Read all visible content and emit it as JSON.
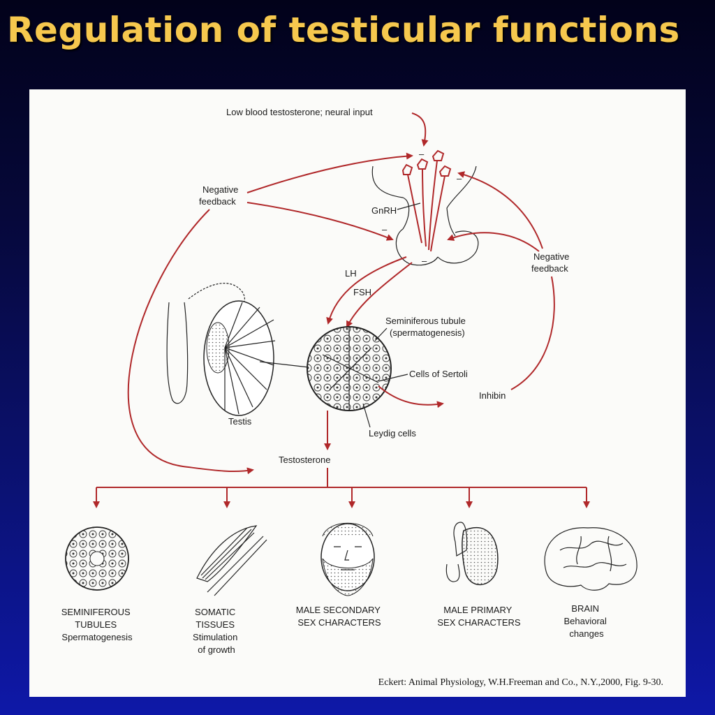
{
  "title": "Regulation of testicular functions",
  "diagram": {
    "input": "Low blood testosterone; neural input",
    "negative_feedback_left": [
      "Negative",
      "feedback"
    ],
    "negative_feedback_right": [
      "Negative",
      "feedback"
    ],
    "gnrh": "GnRH",
    "lh": "LH",
    "fsh": "FSH",
    "minus": "–",
    "seminiferous_tubule": [
      "Seminiferous tubule",
      "(spermatogenesis)"
    ],
    "sertoli": "Cells of Sertoli",
    "inhibin": "Inhibin",
    "leydig": "Leydig cells",
    "testis": "Testis",
    "testosterone": "Testosterone",
    "targets": [
      {
        "lines": [
          "SEMINIFEROUS",
          "TUBULES",
          "Spermatogenesis"
        ]
      },
      {
        "lines": [
          "SOMATIC",
          "TISSUES",
          "Stimulation",
          "of growth"
        ]
      },
      {
        "lines": [
          "MALE SECONDARY",
          "SEX CHARACTERS"
        ]
      },
      {
        "lines": [
          "MALE PRIMARY",
          "SEX CHARACTERS"
        ]
      },
      {
        "lines": [
          "BRAIN",
          "Behavioral",
          "changes"
        ]
      }
    ],
    "citation": "Eckert: Animal Physiology, W.H.Freeman and Co., N.Y.,2000, Fig. 9-30."
  },
  "colors": {
    "title": "#f6c84e",
    "arrow": "#b0282a",
    "panel": "#fbfbf9"
  }
}
